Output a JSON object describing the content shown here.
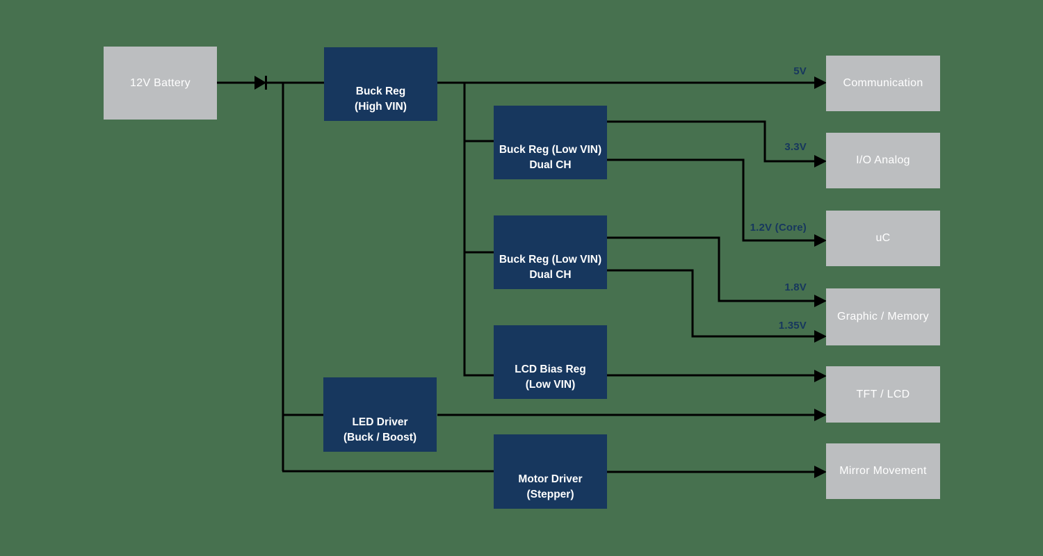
{
  "colors": {
    "background": "#47714F",
    "regulator_fill": "#17375E",
    "load_fill": "#BCBEC0",
    "wire": "#000000",
    "rail_label": "#17375E",
    "node_text": "#FFFFFF"
  },
  "diagram": {
    "source": {
      "label": "12V Battery"
    },
    "regulators": [
      {
        "label": "Buck Reg\n(High VIN)"
      },
      {
        "label": "Buck Reg (Low VIN)\nDual CH"
      },
      {
        "label": "Buck Reg (Low VIN)\nDual CH"
      },
      {
        "label": "LCD Bias Reg\n(Low VIN)"
      },
      {
        "label": "LED Driver\n(Buck / Boost)"
      },
      {
        "label": "Motor Driver\n(Stepper)"
      }
    ],
    "loads": [
      {
        "label": "Communication"
      },
      {
        "label": "I/O Analog"
      },
      {
        "label": "uC"
      },
      {
        "label": "Graphic / Memory"
      },
      {
        "label": "TFT / LCD"
      },
      {
        "label": "Mirror Movement"
      }
    ],
    "rail_labels": [
      {
        "label": "5V"
      },
      {
        "label": "3.3V"
      },
      {
        "label": "1.2V (Core)"
      },
      {
        "label": "1.8V"
      },
      {
        "label": "1.35V"
      }
    ],
    "connections": [
      {
        "from": "12V Battery",
        "to": "Buck Reg (High VIN)",
        "via": "diode"
      },
      {
        "from": "12V Battery",
        "to": "LED Driver (Buck / Boost)"
      },
      {
        "from": "12V Battery",
        "to": "Motor Driver (Stepper)"
      },
      {
        "from": "Buck Reg (High VIN)",
        "to": "Communication",
        "rail": "5V"
      },
      {
        "from": "Buck Reg (High VIN)",
        "to": "Buck Reg (Low VIN) Dual CH #1"
      },
      {
        "from": "Buck Reg (High VIN)",
        "to": "Buck Reg (Low VIN) Dual CH #2"
      },
      {
        "from": "Buck Reg (High VIN)",
        "to": "LCD Bias Reg (Low VIN)"
      },
      {
        "from": "Buck Reg (Low VIN) Dual CH #1",
        "to": "I/O Analog",
        "rail": "3.3V"
      },
      {
        "from": "Buck Reg (Low VIN) Dual CH #1",
        "to": "uC",
        "rail": "1.2V (Core)"
      },
      {
        "from": "Buck Reg (Low VIN) Dual CH #2",
        "to": "Graphic / Memory",
        "rail": "1.8V"
      },
      {
        "from": "Buck Reg (Low VIN) Dual CH #2",
        "to": "Graphic / Memory",
        "rail": "1.35V"
      },
      {
        "from": "LCD Bias Reg (Low VIN)",
        "to": "TFT / LCD"
      },
      {
        "from": "LED Driver (Buck / Boost)",
        "to": "TFT / LCD"
      },
      {
        "from": "Motor Driver (Stepper)",
        "to": "Mirror Movement"
      }
    ]
  }
}
